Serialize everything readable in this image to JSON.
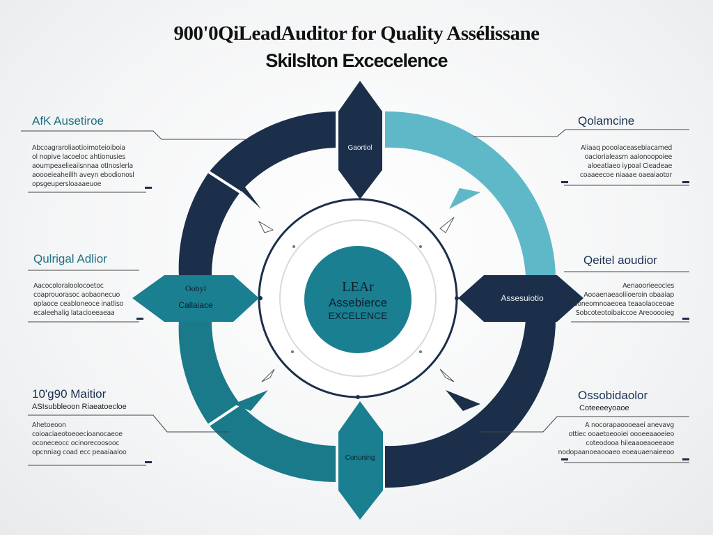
{
  "title": {
    "line1": "900'0QiLeadAuditor for Quality Assélissane",
    "line2": "Skilslton Excecelence"
  },
  "center": {
    "line1": "LEAr",
    "line2": "Assebierce",
    "line3": "EXCELENCE"
  },
  "arrows": {
    "top": "Gaortiol",
    "bottom": "Conuning",
    "left_line1": "Oobyl",
    "left_line2": "Callaiace",
    "right": "Assesuiotio"
  },
  "panels": {
    "top_left": {
      "heading": "AfK  Ausetiroe",
      "body": "Abcoagraroliaotioimoteioiboia\nol nopive lacoeloc ahtionusies\naoumpeaelieaiisnnaa otlnoslerla\naoooeieaheillh aveyn ebodionosl\nopsgeupersloaaaeuoe"
    },
    "mid_left": {
      "heading": "Qulrigal Adlior",
      "body": "Aacocoloraloolocoetoc\ncoaprouorasoc aobaonecuo\noplaoce ceabloneoce inatliso\necaleehalig latacioeeaeaa"
    },
    "bottom_left": {
      "heading": "10'g90 Maitior",
      "subheading": "ASIsubbleoon  Riaeatoecloe",
      "body": "Ahetoeoon\ncoioaciaeotoeoecioanocaeoe\noconeceocc ocinorecoosooc\nopcnniag coad ecc peaaiaaloo"
    },
    "top_right": {
      "heading": "Qolamcine",
      "body": "Aliaaq pooolaceasebiacamed\noaciorialeasm aalonoopoiee\naloeatiaeo iypoal Cieadeae\ncoaaeecoe niaaae oaeaiaotor"
    },
    "mid_right": {
      "heading": "Qeitel aoudior",
      "body": "Aenaoorieeocies\nAooaenaeaoliioeroin obaaiap\nSoneomnoaeoea teaaolaoceoae\nSobcoteotoibaiccoe Areooooieg"
    },
    "bottom_right": {
      "heading": "Ossobidaolor",
      "subheading": "Coteeeeyoaoe",
      "body": "A nocorapaoooeaei anevavg\nottiec ooaetoeooiei oooeeaaoeieo\ncoteodooa hiieaaoeaoeeaoe\nnodopaanoeaooaeo eoeauaenaieeoo"
    }
  },
  "colors": {
    "navy": "#1c2f4a",
    "teal": "#1a7a8a",
    "light_teal": "#5fb8c8",
    "center_teal": "#1a7f90",
    "mid_teal": "#2a8fa2"
  }
}
